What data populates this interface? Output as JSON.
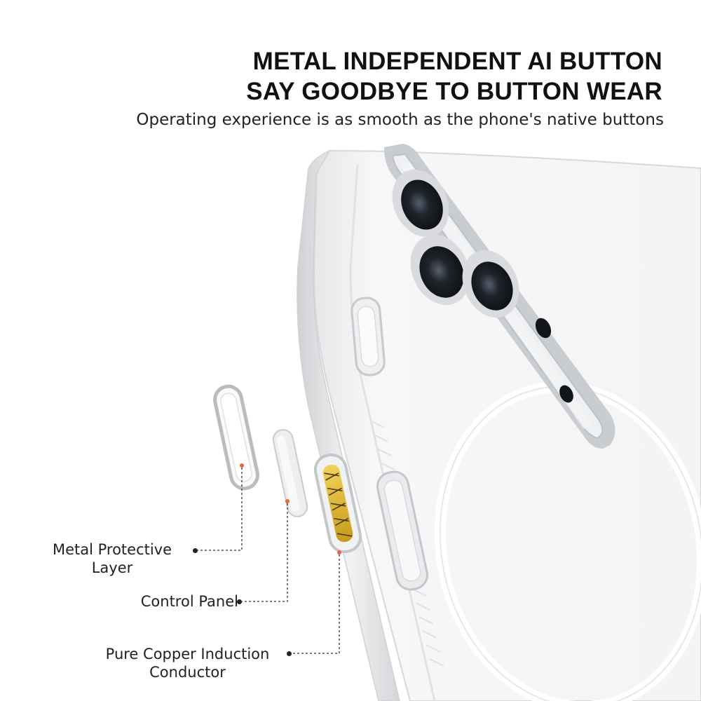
{
  "headline": {
    "line1": "METAL INDEPENDENT AI BUTTON",
    "line2": "SAY GOODBYE TO BUTTON WEAR"
  },
  "subtitle": "Operating experience is as smooth as the phone's native buttons",
  "callouts": {
    "metal_layer": {
      "line1": "Metal Protective",
      "line2": "Layer"
    },
    "control_panel": "Control Panel",
    "copper_conductor": {
      "line1": "Pure Copper Induction",
      "line2": "Conductor"
    }
  },
  "colors": {
    "accent_dot": "#e8673a",
    "copper": "#e0b830",
    "case_edge": "#d8dadc",
    "lens": "#1c2026"
  }
}
